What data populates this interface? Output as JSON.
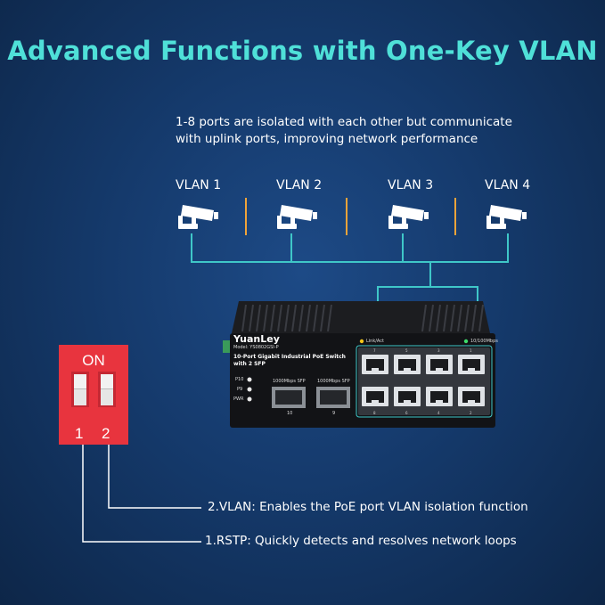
{
  "headline": "Advanced Functions with One-Key VLAN",
  "description": {
    "line1": "1-8 ports are isolated with each other but communicate",
    "line2": "with uplink ports, improving network performance"
  },
  "vlans": [
    {
      "label": "VLAN 1",
      "icon": "security-camera-icon"
    },
    {
      "label": "VLAN 2",
      "icon": "security-camera-icon"
    },
    {
      "label": "VLAN 3",
      "icon": "security-camera-icon"
    },
    {
      "label": "VLAN 4",
      "icon": "security-camera-icon"
    }
  ],
  "switch": {
    "brand": "YuanLey",
    "model": "Model: YS0802GSI-P",
    "name_line1": "10-Port Gigabit Industrial PoE Switch",
    "name_line2": "with 2 SFP",
    "leds": [
      "P10",
      "P9",
      "PWR"
    ],
    "sfp_left_label": "1000Mbps SFP",
    "sfp_right_label": "1000Mbps SFP",
    "sfp_left_num": "10",
    "sfp_right_num": "9",
    "link_act_label": "Link/Act",
    "speed_label": "10/100Mbps",
    "top_port_nums": [
      "7",
      "5",
      "3",
      "1"
    ],
    "bottom_port_nums": [
      "8",
      "6",
      "4",
      "2"
    ]
  },
  "dip_switch": {
    "on_label": "ON",
    "numbers": [
      "1",
      "2"
    ],
    "color": "#e8343e"
  },
  "callouts": {
    "vlan": "2.VLAN: Enables the PoE port VLAN isolation function",
    "rstp": "1.RSTP: Quickly detects and resolves network loops"
  },
  "colors": {
    "headline": "#4fe0d8",
    "connector": "#3fc7c8",
    "separator": "#f0a43a",
    "background": "#153a6c"
  }
}
